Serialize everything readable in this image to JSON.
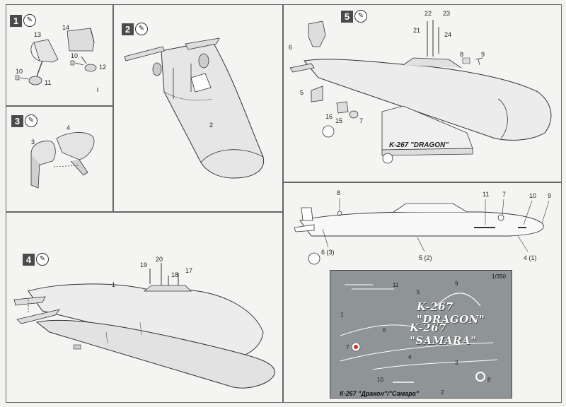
{
  "steps": [
    {
      "number": "1",
      "parts": [
        "13",
        "14",
        "10",
        "11",
        "10",
        "12"
      ]
    },
    {
      "number": "2",
      "parts": [
        "2"
      ]
    },
    {
      "number": "3",
      "parts": [
        "4",
        "3"
      ]
    },
    {
      "number": "4",
      "parts": [
        "19",
        "20",
        "18",
        "17",
        "1"
      ]
    },
    {
      "number": "5",
      "parts": [
        "22",
        "23",
        "21",
        "24",
        "6",
        "8",
        "9",
        "5",
        "16",
        "15",
        "7"
      ]
    }
  ],
  "stand_label": "K-267 \"DRAGON\"",
  "painting": {
    "labels": [
      "8",
      "11",
      "7",
      "10",
      "9",
      "6 (3)",
      "5 (2)",
      "4 (1)"
    ]
  },
  "decal_sheet": {
    "scale": "1/350",
    "name_dragon": "K-267 \"DRAGON\"",
    "name_samara": "K-267 \"SAMARA\"",
    "numbers": [
      "11",
      "5",
      "9",
      "1",
      "6",
      "7",
      "4",
      "3",
      "10",
      "8",
      "2"
    ],
    "footer": "К-267 \"Дракон\"/\"Самара\""
  },
  "glue_symbol": "✎"
}
